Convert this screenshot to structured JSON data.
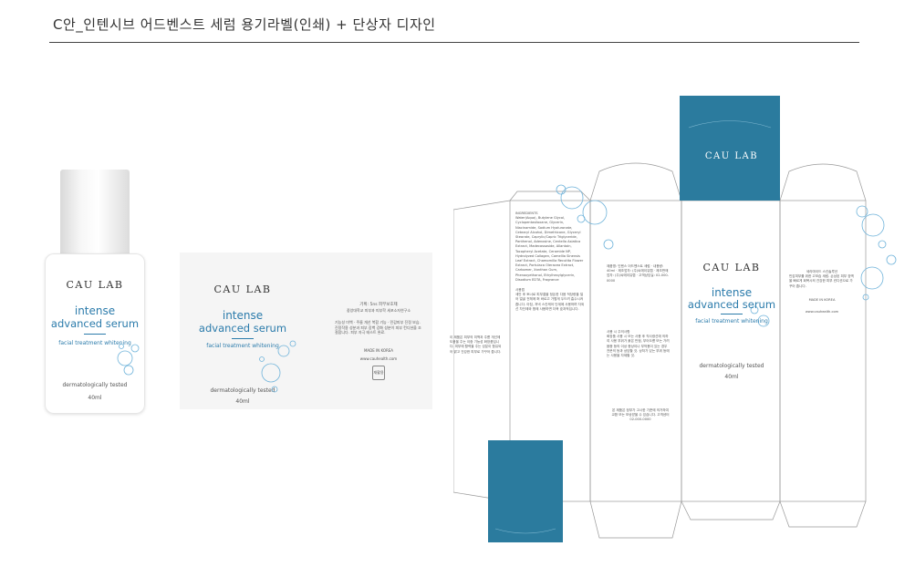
{
  "header": {
    "title": "C안_인텐시브 어드벤스트 세럼 용기라벨(인쇄) + 단상자 디자인"
  },
  "colors": {
    "accent": "#2b7bab",
    "box_flap": "#2b7b9e"
  },
  "product": {
    "brand": "CAU LAB",
    "name_line1": "intense",
    "name_line2": "advanced serum",
    "subtitle": "facial treatment whitening",
    "claim": "dermatologically tested",
    "volume": "40ml"
  },
  "label_back": {
    "title": "기획: 5ns 피부보호제",
    "subtitle": "중앙대학교 피부과 피부학 세포소자연구소",
    "body": "기능성 미백 · 주름 개선 복합 기능 · 민감피부 진정 보습. 진정작용 성분과 피부 장벽 강화 성분이 피부 컨디션을 조절합니다. 피부 자극 테스트 완료.",
    "made_in": "MADE IN KOREA",
    "website": "www.cauhealth.com",
    "recycle": "재활용"
  },
  "box": {
    "ingredients_title": "INGREDIENTS",
    "ingredients_text": "Water(Aqua), Butylene Glycol, Cyclopentasiloxane, Glycerin, Niacinamide, Sodium Hyaluronate, Cetearyl Alcohol, Dimethicone, Glyceryl Stearate, Caprylic/Capric Triglyceride, Panthenol, Adenosine, Centella Asiatica Extract, Madecassoside, Allantoin, Tocopheryl Acetate, Ceramide NP, Hydrolyzed Collagen, Camellia Sinensis Leaf Extract, Chamomilla Recutita Flower Extract, Portulaca Oleracea Extract, Carbomer, Xanthan Gum, Phenoxyethanol, Ethylhexylglycerin, Disodium EDTA, Fragrance",
    "usage_title": "사용법",
    "usage_text": "세안 후 토너로 피부결을 정돈한 다음 적당량을 덜어 얼굴 전체에 펴 바르고 가볍게 두드려 흡수시켜 줍니다. 아침, 저녁 스킨케어 단계에 사용하며 자외선 차단제와 함께 사용하면 더욱 효과적입니다.",
    "side_text": "이 제품은 피부의 미백과 주름 개선에 도움을 주는 이중 기능성 화장품입니다. 피부에 활력을 주는 성분이 함유되어 맑고 건강한 피부로 가꾸어 줍니다.",
    "info_text": "제품명: 인텐스 어드벤스트 세럼 · 내용량: 40ml · 제조업자: (주)씨에이유랩 · 제조판매업자: (주)씨에이유랩 · 고객상담실: 02-000-0000",
    "caution_title": "사용 시 주의사항",
    "caution_text": "화장품 사용 시 또는 사용 후 직사광선에 의하여 사용 부위가 붉은 반점, 부어오름 또는 가려움증 등의 이상 증상이나 부작용이 있는 경우 전문의 등과 상담할 것. 상처가 있는 부위 등에는 사용을 자제할 것.",
    "address_text": "본 제품은 정부가 고시한 기준에 의거하여 교환 또는 보상받을 수 있습니다. 고객센터 02-000-0000",
    "right_title": "세라마이드 스킨솔루션",
    "right_text": "민감피부를 위한 고보습 세럼. 손상된 피부 장벽을 빠르게 회복시켜 건강한 피부 컨디션으로 가꾸어 줍니다.",
    "right_bottom": "www.cauhealth.com"
  }
}
